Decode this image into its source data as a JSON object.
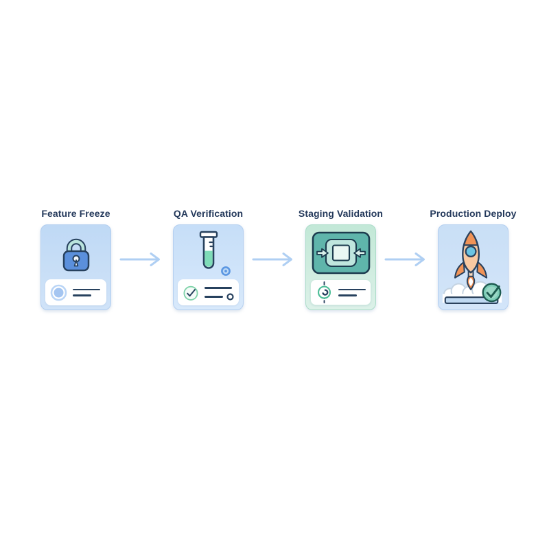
{
  "diagram": {
    "type": "release-pipeline-flow",
    "stages": [
      {
        "label": "Feature Freeze",
        "icon": "lock-icon",
        "theme": "blue",
        "detail": {
          "leading_icon": "circle-badge-icon",
          "lines": 2
        }
      },
      {
        "label": "QA Verification",
        "icon": "test-tube-icon",
        "theme": "blue",
        "detail": {
          "leading_icon": "check-circle-icon",
          "lines": 2,
          "trailing_icon": "small-circle-icon"
        },
        "corner_icon": "gear-dot-icon"
      },
      {
        "label": "Staging Validation",
        "icon": "staging-merge-icon",
        "theme": "green",
        "detail": {
          "leading_icon": "commit-node-icon",
          "lines": 2
        }
      },
      {
        "label": "Production Deploy",
        "icon": "rocket-launch-icon",
        "theme": "blue",
        "badge": "check-badge-icon"
      }
    ],
    "connectors": {
      "style": "arrow-right",
      "count": 3,
      "color": "#AFCFF3"
    },
    "colors": {
      "title_text": "#24395B",
      "card_blue_top": "#BFD9F5",
      "card_blue_bottom": "#D2E4F8",
      "card_green_top": "#C2E8D7",
      "card_green_bottom": "#DCF1E8",
      "outline_navy": "#2A415C",
      "outline_teal": "#1C3B4E",
      "lock_body": "#5B90DC",
      "lock_shackle": "#B9E4DD",
      "tube_liquid": "#7EDCB8",
      "staging_fill": "#5FB5AB",
      "staging_inner": "#BFE6DE",
      "rocket_body": "#F9C9A1",
      "rocket_accent": "#F09357",
      "window_blue": "#6AC4E3",
      "flame_orange": "#F08A4B",
      "check_badge_green": "#7CCDB7",
      "platform_blue": "#BFD9F2",
      "detail_line": "#27415E"
    }
  }
}
